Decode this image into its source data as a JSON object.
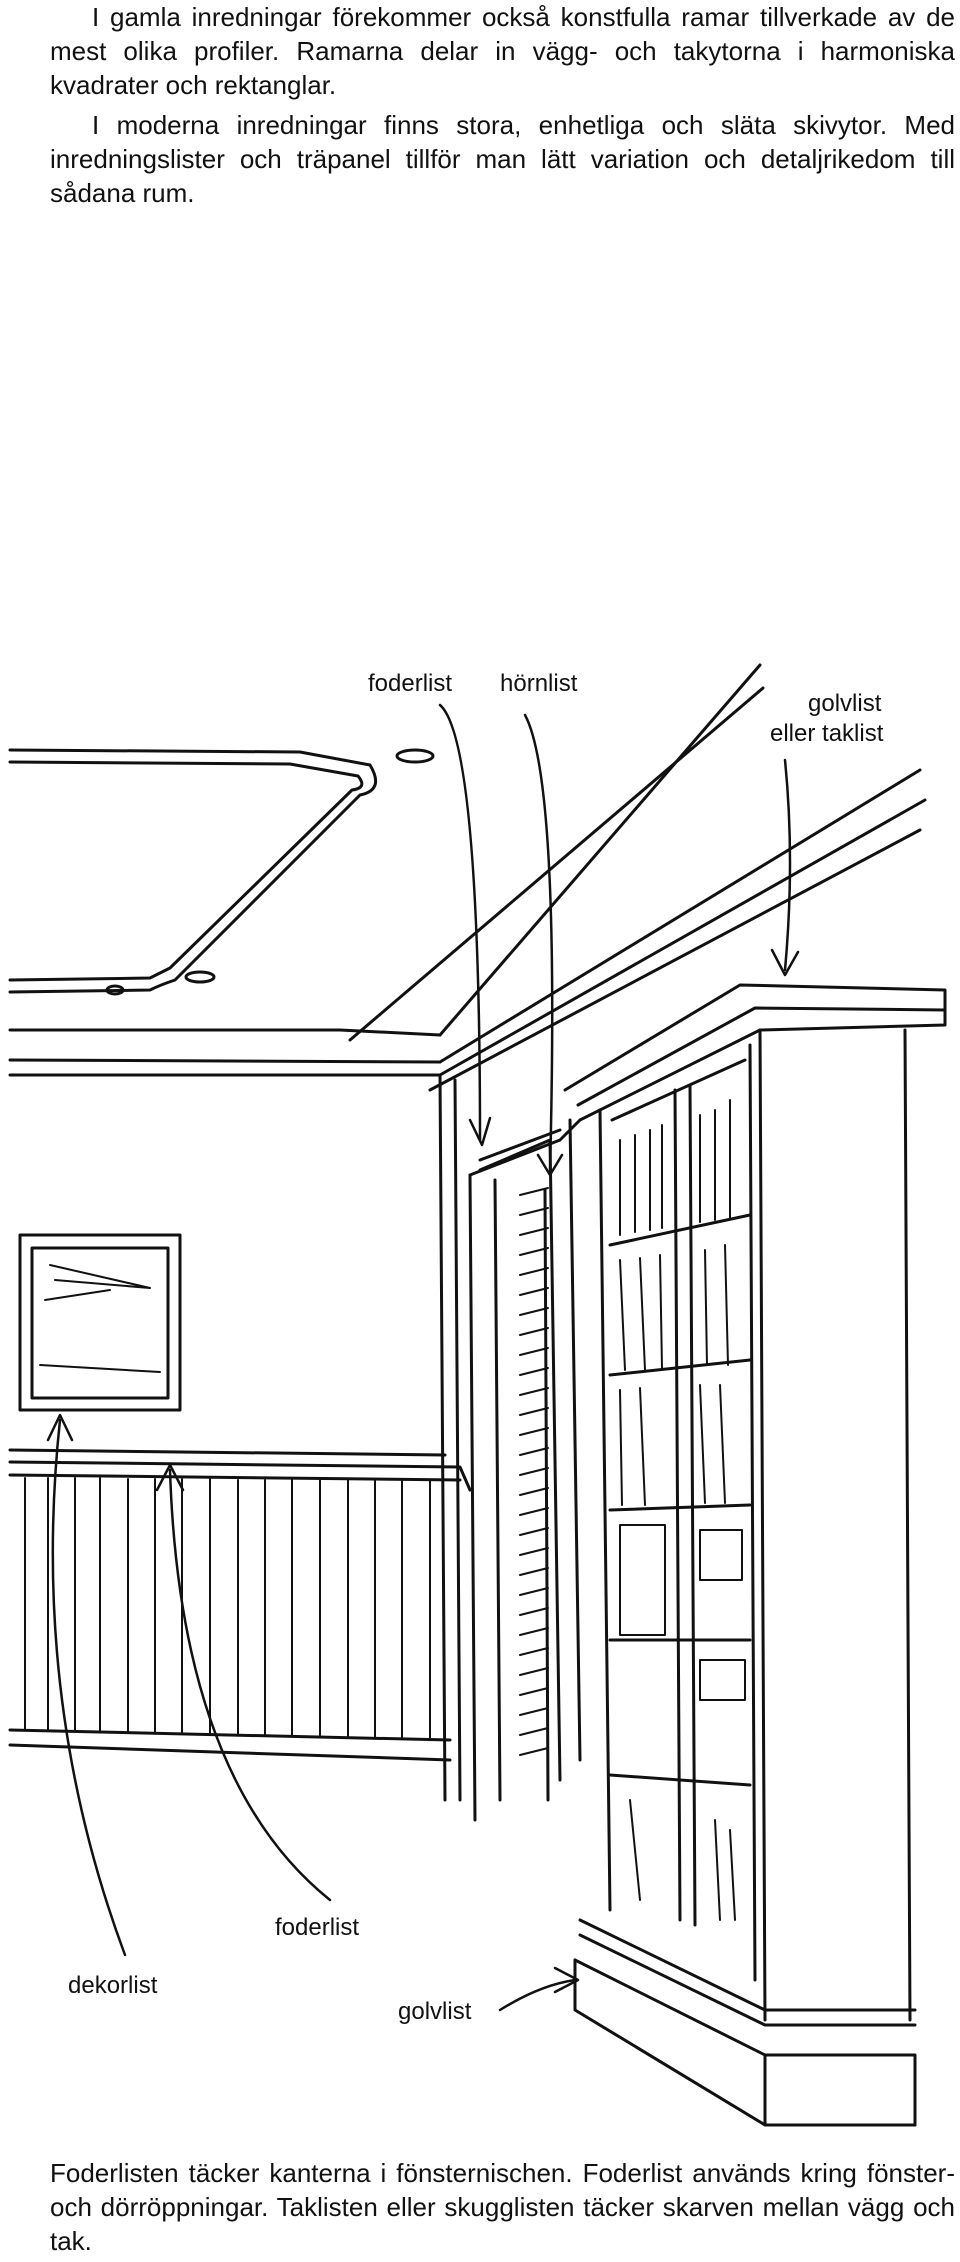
{
  "text": {
    "paragraph_1": "I gamla inredningar förekommer också konstfulla ramar tillverkade av de mest olika profiler. Ramarna delar in vägg- och takytorna i harmoniska kvadrater och rektanglar.",
    "paragraph_2": "I moderna inredningar finns stora, enhetliga och släta skivytor. Med inredningslister och träpanel tillför man lätt variation och detaljrikedom till sådana rum.",
    "caption": "Foderlisten täcker kanterna i fönsternischen. Foderlist används kring fönster- och dörröppningar. Taklisten eller skugglisten täcker skarven mellan vägg och tak."
  },
  "labels": {
    "foderlist_top": "foderlist",
    "hornlist": "hörnlist",
    "golvlist_top_1": "golvlist",
    "golvlist_top_2": "eller taklist",
    "foderlist_bottom": "foderlist",
    "dekorlist": "dekorlist",
    "golvlist_bottom": "golvlist"
  }
}
